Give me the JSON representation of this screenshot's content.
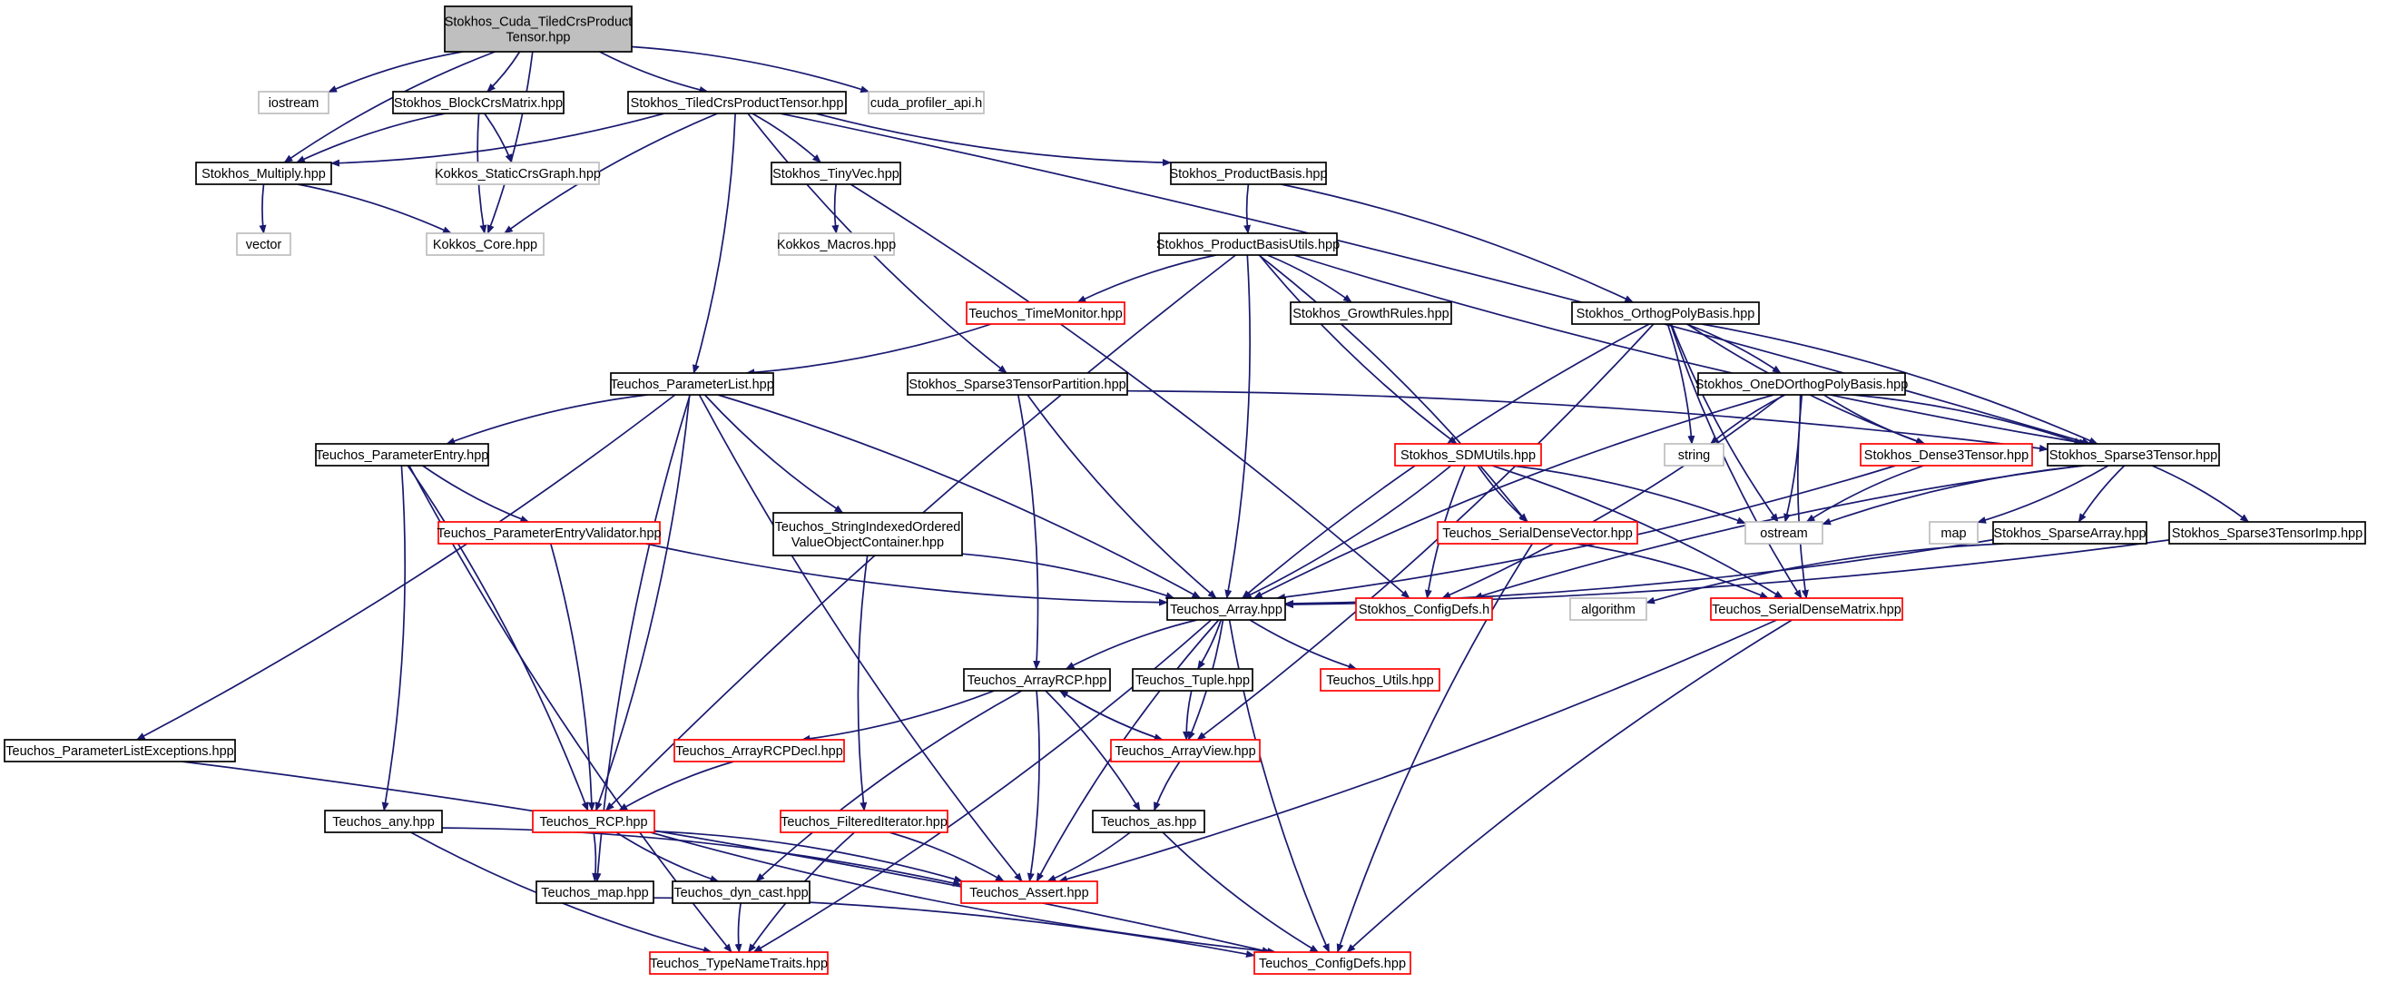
{
  "colors": {
    "edge": "#191970",
    "root_fill": "#bfbfbf",
    "default_border": "#000000",
    "missing_border": "#ff0000",
    "external_border": "#bfbfbf",
    "text": "#000000"
  },
  "diagram": {
    "nodes": [
      {
        "id": "root",
        "label": [
          "Stokhos_Cuda_TiledCrsProduct",
          "Tensor.hpp"
        ],
        "kind": "root"
      },
      {
        "id": "iostream",
        "label": [
          "iostream"
        ],
        "kind": "external"
      },
      {
        "id": "blockcrs",
        "label": [
          "Stokhos_BlockCrsMatrix.hpp"
        ],
        "kind": "normal"
      },
      {
        "id": "tiledcrs",
        "label": [
          "Stokhos_TiledCrsProductTensor.hpp"
        ],
        "kind": "normal"
      },
      {
        "id": "cudaprof",
        "label": [
          "cuda_profiler_api.h"
        ],
        "kind": "external"
      },
      {
        "id": "multiply",
        "label": [
          "Stokhos_Multiply.hpp"
        ],
        "kind": "normal"
      },
      {
        "id": "staticcrs",
        "label": [
          "Kokkos_StaticCrsGraph.hpp"
        ],
        "kind": "external"
      },
      {
        "id": "tinyvec",
        "label": [
          "Stokhos_TinyVec.hpp"
        ],
        "kind": "normal"
      },
      {
        "id": "prodbasis",
        "label": [
          "Stokhos_ProductBasis.hpp"
        ],
        "kind": "normal"
      },
      {
        "id": "vector",
        "label": [
          "vector"
        ],
        "kind": "external"
      },
      {
        "id": "kcore",
        "label": [
          "Kokkos_Core.hpp"
        ],
        "kind": "external"
      },
      {
        "id": "kmacros",
        "label": [
          "Kokkos_Macros.hpp"
        ],
        "kind": "external"
      },
      {
        "id": "pbutils",
        "label": [
          "Stokhos_ProductBasisUtils.hpp"
        ],
        "kind": "normal"
      },
      {
        "id": "timemon",
        "label": [
          "Teuchos_TimeMonitor.hpp"
        ],
        "kind": "missing"
      },
      {
        "id": "growth",
        "label": [
          "Stokhos_GrowthRules.hpp"
        ],
        "kind": "normal"
      },
      {
        "id": "orthog",
        "label": [
          "Stokhos_OrthogPolyBasis.hpp"
        ],
        "kind": "normal"
      },
      {
        "id": "plist",
        "label": [
          "Teuchos_ParameterList.hpp"
        ],
        "kind": "normal"
      },
      {
        "id": "s3part",
        "label": [
          "Stokhos_Sparse3TensorPartition.hpp"
        ],
        "kind": "normal"
      },
      {
        "id": "oned",
        "label": [
          "Stokhos_OneDOrthogPolyBasis.hpp"
        ],
        "kind": "normal"
      },
      {
        "id": "pentry",
        "label": [
          "Teuchos_ParameterEntry.hpp"
        ],
        "kind": "normal"
      },
      {
        "id": "sdmutils",
        "label": [
          "Stokhos_SDMUtils.hpp"
        ],
        "kind": "missing"
      },
      {
        "id": "string",
        "label": [
          "string"
        ],
        "kind": "external"
      },
      {
        "id": "dense3",
        "label": [
          "Stokhos_Dense3Tensor.hpp"
        ],
        "kind": "missing"
      },
      {
        "id": "sparse3",
        "label": [
          "Stokhos_Sparse3Tensor.hpp"
        ],
        "kind": "normal"
      },
      {
        "id": "pev",
        "label": [
          "Teuchos_ParameterEntryValidator.hpp"
        ],
        "kind": "missing"
      },
      {
        "id": "sivoc",
        "label": [
          "Teuchos_StringIndexedOrdered",
          "ValueObjectContainer.hpp"
        ],
        "kind": "normal"
      },
      {
        "id": "sdvec",
        "label": [
          "Teuchos_SerialDenseVector.hpp"
        ],
        "kind": "missing"
      },
      {
        "id": "ostream",
        "label": [
          "ostream"
        ],
        "kind": "external"
      },
      {
        "id": "map",
        "label": [
          "map"
        ],
        "kind": "external"
      },
      {
        "id": "sparsearr",
        "label": [
          "Stokhos_SparseArray.hpp"
        ],
        "kind": "normal"
      },
      {
        "id": "s3imp",
        "label": [
          "Stokhos_Sparse3TensorImp.hpp"
        ],
        "kind": "normal"
      },
      {
        "id": "array",
        "label": [
          "Teuchos_Array.hpp"
        ],
        "kind": "normal"
      },
      {
        "id": "configdefs",
        "label": [
          "Stokhos_ConfigDefs.h"
        ],
        "kind": "missing"
      },
      {
        "id": "algorithm",
        "label": [
          "algorithm"
        ],
        "kind": "external"
      },
      {
        "id": "sdmat",
        "label": [
          "Teuchos_SerialDenseMatrix.hpp"
        ],
        "kind": "missing"
      },
      {
        "id": "arcp",
        "label": [
          "Teuchos_ArrayRCP.hpp"
        ],
        "kind": "normal"
      },
      {
        "id": "tuple",
        "label": [
          "Teuchos_Tuple.hpp"
        ],
        "kind": "normal"
      },
      {
        "id": "tutils",
        "label": [
          "Teuchos_Utils.hpp"
        ],
        "kind": "missing"
      },
      {
        "id": "plexc",
        "label": [
          "Teuchos_ParameterListExceptions.hpp"
        ],
        "kind": "normal"
      },
      {
        "id": "arcpdecl",
        "label": [
          "Teuchos_ArrayRCPDecl.hpp"
        ],
        "kind": "missing"
      },
      {
        "id": "aview",
        "label": [
          "Teuchos_ArrayView.hpp"
        ],
        "kind": "missing"
      },
      {
        "id": "any",
        "label": [
          "Teuchos_any.hpp"
        ],
        "kind": "normal"
      },
      {
        "id": "rcp",
        "label": [
          "Teuchos_RCP.hpp"
        ],
        "kind": "missing"
      },
      {
        "id": "filtit",
        "label": [
          "Teuchos_FilteredIterator.hpp"
        ],
        "kind": "missing"
      },
      {
        "id": "tas",
        "label": [
          "Teuchos_as.hpp"
        ],
        "kind": "normal"
      },
      {
        "id": "tmap",
        "label": [
          "Teuchos_map.hpp"
        ],
        "kind": "normal"
      },
      {
        "id": "dyncast",
        "label": [
          "Teuchos_dyn_cast.hpp"
        ],
        "kind": "normal"
      },
      {
        "id": "tassert",
        "label": [
          "Teuchos_Assert.hpp"
        ],
        "kind": "missing"
      },
      {
        "id": "tntraits",
        "label": [
          "Teuchos_TypeNameTraits.hpp"
        ],
        "kind": "missing"
      },
      {
        "id": "tconfig",
        "label": [
          "Teuchos_ConfigDefs.hpp"
        ],
        "kind": "missing"
      }
    ],
    "edges": [
      [
        "root",
        "iostream"
      ],
      [
        "root",
        "blockcrs"
      ],
      [
        "root",
        "tiledcrs"
      ],
      [
        "root",
        "cudaprof"
      ],
      [
        "root",
        "multiply"
      ],
      [
        "root",
        "kcore"
      ],
      [
        "blockcrs",
        "multiply"
      ],
      [
        "blockcrs",
        "staticcrs"
      ],
      [
        "blockcrs",
        "kcore"
      ],
      [
        "tiledcrs",
        "multiply"
      ],
      [
        "tiledcrs",
        "kcore"
      ],
      [
        "tiledcrs",
        "tinyvec"
      ],
      [
        "tiledcrs",
        "prodbasis"
      ],
      [
        "tiledcrs",
        "plist"
      ],
      [
        "tiledcrs",
        "s3part"
      ],
      [
        "tiledcrs",
        "sparse3"
      ],
      [
        "multiply",
        "vector"
      ],
      [
        "multiply",
        "kcore"
      ],
      [
        "tinyvec",
        "kmacros"
      ],
      [
        "tinyvec",
        "configdefs"
      ],
      [
        "prodbasis",
        "pbutils"
      ],
      [
        "prodbasis",
        "orthog"
      ],
      [
        "pbutils",
        "timemon"
      ],
      [
        "pbutils",
        "growth"
      ],
      [
        "pbutils",
        "rcp"
      ],
      [
        "pbutils",
        "array"
      ],
      [
        "pbutils",
        "sdmutils"
      ],
      [
        "pbutils",
        "sdvec"
      ],
      [
        "pbutils",
        "sparse3"
      ],
      [
        "timemon",
        "plist"
      ],
      [
        "orthog",
        "array"
      ],
      [
        "orthog",
        "string"
      ],
      [
        "orthog",
        "ostream"
      ],
      [
        "orthog",
        "oned"
      ],
      [
        "orthog",
        "dense3"
      ],
      [
        "orthog",
        "sparse3"
      ],
      [
        "orthog",
        "sdmat"
      ],
      [
        "orthog",
        "aview"
      ],
      [
        "plist",
        "pentry"
      ],
      [
        "plist",
        "plexc"
      ],
      [
        "plist",
        "tmap"
      ],
      [
        "plist",
        "rcp"
      ],
      [
        "plist",
        "sivoc"
      ],
      [
        "plist",
        "array"
      ],
      [
        "plist",
        "tassert"
      ],
      [
        "s3part",
        "arcp"
      ],
      [
        "s3part",
        "array"
      ],
      [
        "s3part",
        "sparse3"
      ],
      [
        "oned",
        "string"
      ],
      [
        "oned",
        "ostream"
      ],
      [
        "oned",
        "array"
      ],
      [
        "oned",
        "configdefs"
      ],
      [
        "oned",
        "dense3"
      ],
      [
        "oned",
        "sparse3"
      ],
      [
        "oned",
        "sdmat"
      ],
      [
        "pentry",
        "any"
      ],
      [
        "pentry",
        "pev"
      ],
      [
        "pentry",
        "rcp"
      ],
      [
        "pentry",
        "tntraits"
      ],
      [
        "sdmutils",
        "array"
      ],
      [
        "sdmutils",
        "sdvec"
      ],
      [
        "sdmutils",
        "sdmat"
      ],
      [
        "sdmutils",
        "configdefs"
      ],
      [
        "sdmutils",
        "ostream"
      ],
      [
        "dense3",
        "ostream"
      ],
      [
        "dense3",
        "array"
      ],
      [
        "sparse3",
        "ostream"
      ],
      [
        "sparse3",
        "map"
      ],
      [
        "sparse3",
        "sparsearr"
      ],
      [
        "sparse3",
        "s3imp"
      ],
      [
        "sparse3",
        "configdefs"
      ],
      [
        "pev",
        "rcp"
      ],
      [
        "pev",
        "array"
      ],
      [
        "sivoc",
        "array"
      ],
      [
        "sivoc",
        "filtit"
      ],
      [
        "sdvec",
        "sdmat"
      ],
      [
        "sdvec",
        "tconfig"
      ],
      [
        "sparsearr",
        "array"
      ],
      [
        "sparsearr",
        "algorithm"
      ],
      [
        "s3imp",
        "array"
      ],
      [
        "array",
        "arcp"
      ],
      [
        "array",
        "tuple"
      ],
      [
        "array",
        "tutils"
      ],
      [
        "array",
        "aview"
      ],
      [
        "array",
        "tassert"
      ],
      [
        "array",
        "tntraits"
      ],
      [
        "array",
        "tconfig"
      ],
      [
        "sdmat",
        "tassert"
      ],
      [
        "sdmat",
        "tconfig"
      ],
      [
        "arcp",
        "arcpdecl"
      ],
      [
        "arcp",
        "aview"
      ],
      [
        "arcp",
        "tas"
      ],
      [
        "arcp",
        "dyncast"
      ],
      [
        "arcp",
        "tassert"
      ],
      [
        "tuple",
        "aview"
      ],
      [
        "plexc",
        "tconfig"
      ],
      [
        "arcpdecl",
        "rcp"
      ],
      [
        "aview",
        "arcp"
      ],
      [
        "aview",
        "tas"
      ],
      [
        "any",
        "tassert"
      ],
      [
        "any",
        "tntraits"
      ],
      [
        "rcp",
        "tmap"
      ],
      [
        "rcp",
        "dyncast"
      ],
      [
        "rcp",
        "tassert"
      ],
      [
        "rcp",
        "tconfig"
      ],
      [
        "filtit",
        "tassert"
      ],
      [
        "filtit",
        "tntraits"
      ],
      [
        "tas",
        "tassert"
      ],
      [
        "tas",
        "tconfig"
      ],
      [
        "tmap",
        "tconfig"
      ],
      [
        "dyncast",
        "tntraits"
      ]
    ]
  }
}
